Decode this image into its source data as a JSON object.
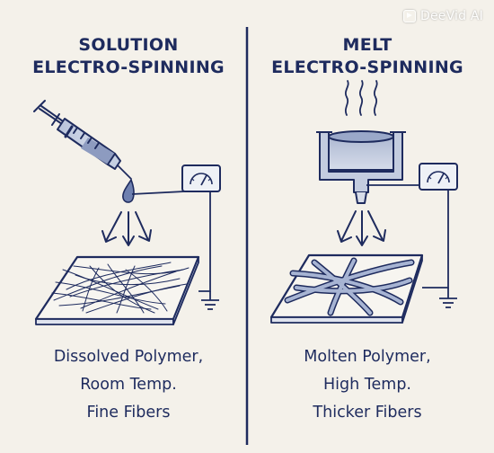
{
  "left_panel": {
    "title_line1": "SOLUTION",
    "title_line2": "ELECTRO-SPINNING",
    "caption_line1": "Dissolved Polymer,",
    "caption_line2": "Room Temp.",
    "caption_line3": "Fine Fibers"
  },
  "right_panel": {
    "title_line1": "MELT",
    "title_line2": "ELECTRO-SPINNING",
    "caption_line1": "Molten Polymer,",
    "caption_line2": "High Temp.",
    "caption_line3": "Thicker Fibers"
  },
  "watermark": {
    "text": "DeeVid AI",
    "icon": "play-logo-icon"
  },
  "colors": {
    "ink": "#1e2b5e",
    "paper": "#f4f1ea",
    "fill": "#c5cfe2"
  }
}
